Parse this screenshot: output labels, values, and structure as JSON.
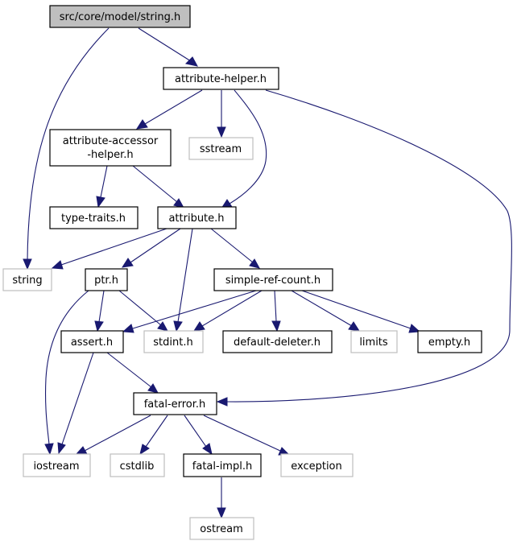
{
  "nodes": {
    "string_h": "src/core/model/string.h",
    "attribute_helper": "attribute-helper.h",
    "attr_accessor_l1": "attribute-accessor",
    "attr_accessor_l2": "-helper.h",
    "sstream": "sstream",
    "type_traits": "type-traits.h",
    "attribute_h": "attribute.h",
    "string": "string",
    "ptr_h": "ptr.h",
    "simple_ref_count": "simple-ref-count.h",
    "assert_h": "assert.h",
    "stdint_h": "stdint.h",
    "default_deleter": "default-deleter.h",
    "limits": "limits",
    "empty_h": "empty.h",
    "fatal_error": "fatal-error.h",
    "iostream": "iostream",
    "cstdlib": "cstdlib",
    "fatal_impl": "fatal-impl.h",
    "exception": "exception",
    "ostream": "ostream"
  },
  "colors": {
    "edge": "#191970",
    "root_fill": "#bfbfbf",
    "external_border": "#bfbfbf",
    "internal_border": "#000000"
  }
}
